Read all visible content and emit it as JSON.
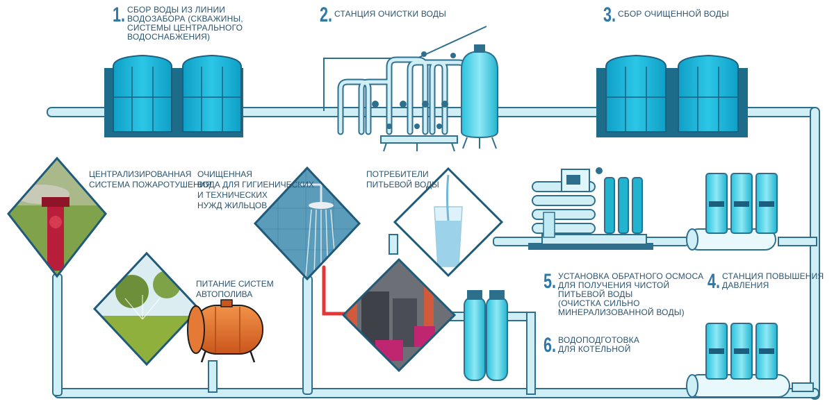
{
  "steps": [
    {
      "num": "1.",
      "text": "СБОР ВОДЫ ИЗ ЛИНИИ\nВОДОЗАБОРА (СКВАЖИНЫ,\nСИСТЕМЫ ЦЕНТРАЛЬНОГО\nВОДОСНАБЖЕНИЯ)"
    },
    {
      "num": "2.",
      "text": "СТАНЦИЯ ОЧИСТКИ ВОДЫ"
    },
    {
      "num": "3.",
      "text": "СБОР ОЧИЩЕННОЙ ВОДЫ"
    },
    {
      "num": "4.",
      "text": "СТАНЦИЯ ПОВЫШЕНИЯ\nДАВЛЕНИЯ"
    },
    {
      "num": "5.",
      "text": "УСТАНОВКА ОБРАТНОГО ОСМОСА\nДЛЯ ПОЛУЧЕНИЯ ЧИСТОЙ\nПИТЬЕВОЙ ВОДЫ\n(ОЧИСТКА СИЛЬНО\nМИНЕРАЛИЗОВАННОЙ ВОДЫ)"
    },
    {
      "num": "6.",
      "text": "ВОДОПОДГОТОВКА\nДЛЯ КОТЕЛЬНОЙ"
    }
  ],
  "consumers": {
    "fire": "ЦЕНТРАЛИЗИРОВАННАЯ\nСИСТЕМА ПОЖАРОТУШЕНИЯ",
    "hygiene": "ОЧИЩЕННАЯ\nВОДА ДЛЯ ГИГИЕНИЧЕСКИХ\nИ  ТЕХНИЧЕСКИХ\nНУЖД ЖИЛЬЦОВ",
    "drinking": "ПОТРЕБИТЕЛИ\nПИТЬЕВОЙ ВОДЫ",
    "irrigation": "ПИТАНИЕ СИСТЕМ\nАВТОПОЛИВА"
  },
  "colors": {
    "pipe": "#cfeef6",
    "pipe_stroke": "#2f6f8e",
    "tank": "#16b3d6",
    "tank_dark": "#1c5e7e",
    "text": "#2a5470",
    "number": "#2f78a8",
    "hot_pipe": "#e02020",
    "boiler_tank": "#e8722a"
  }
}
